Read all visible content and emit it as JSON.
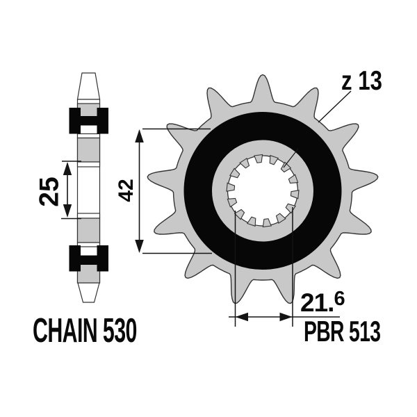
{
  "title": "PBR 513 front sprocket technical drawing",
  "labels": {
    "chain": "CHAIN 530",
    "part": "PBR 513",
    "teeth": "z 13",
    "hub_diameter": "42",
    "side_width": "25",
    "bore_main": "21.",
    "bore_sup": "6"
  },
  "colors": {
    "background": "#ffffff",
    "body_gray": "#c8c8c8",
    "outline": "#333333",
    "solid_black": "#070707",
    "dimension": "#141414",
    "text": "#0a0a0a"
  }
}
